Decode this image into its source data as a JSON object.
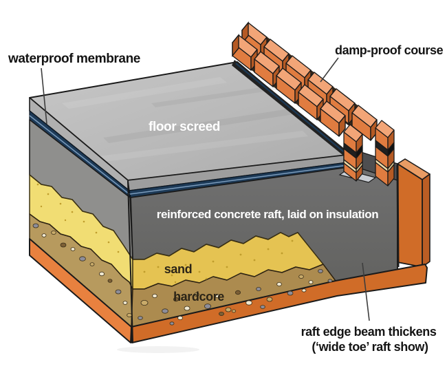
{
  "diagram": {
    "type": "construction cross-section, raft foundation",
    "labels": {
      "waterproof_membrane": "waterproof membrane",
      "damp_proof_course": "damp-proof course",
      "floor_screed": "floor screed",
      "concrete_raft": "reinforced concrete raft, laid on insulation",
      "sand": "sand",
      "hardcore": "hardcore",
      "raft_edge_line1": "raft edge beam thickens",
      "raft_edge_line2": "(‘wide toe’ raft show)"
    },
    "colors": {
      "screed_top": "#bcbcbc",
      "screed_side_left": "#b0b0b0",
      "screed_side_right": "#9e9e9e",
      "membrane": "#1d3a57",
      "membrane_light": "#7b9cbd",
      "concrete_side": "#8f8f8d",
      "raft": "#6a6a68",
      "sand_left": "#f1dd73",
      "sand_front": "#e5c352",
      "hardcore_left": "#b79a5e",
      "hardcore_front": "#ac8b4f",
      "insulation_left": "#e8813f",
      "insulation_front": "#d06c28",
      "insulation_top": "#e99c64",
      "insulation_side": "#bb5d24",
      "brick_top": "#f2a577",
      "brick_front": "#e07c40",
      "brick_end": "#b55a24",
      "mortar": "#ecd9a8",
      "dpc": "#1f1f1f",
      "outline": "#1a1a1a"
    }
  }
}
